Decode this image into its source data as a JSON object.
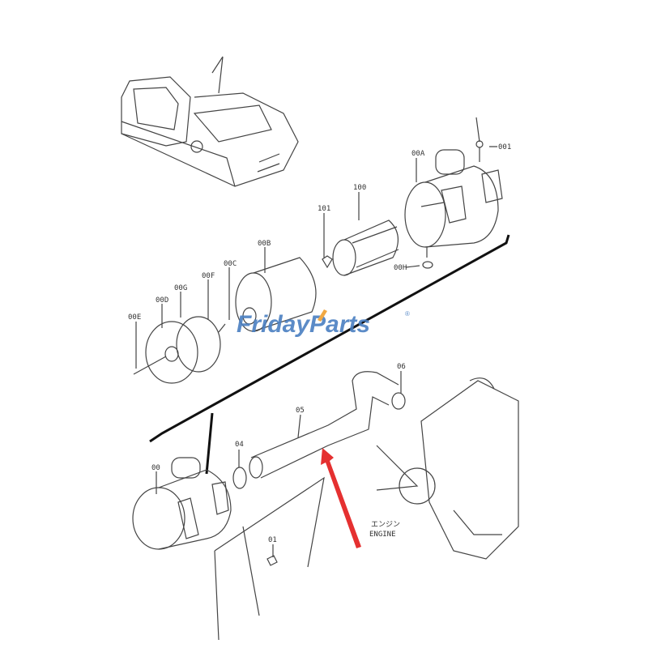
{
  "part_labels": {
    "l001": "001",
    "l00A": "00A",
    "l100": "100",
    "l101": "101",
    "l00B": "00B",
    "l00C": "00C",
    "l00F": "00F",
    "l00G": "00G",
    "l00D": "00D",
    "l00E": "00E",
    "l00H": "00H",
    "l00": "00",
    "l04": "04",
    "l05": "05",
    "l06": "06",
    "l01": "01"
  },
  "engine_label_jp": "エンジン",
  "engine_label": "ENGINE",
  "watermark": {
    "part1": "Friday",
    "part2": "Parts",
    "mark": "®",
    "color_main": "#4a7fc1",
    "color_accent": "#f0a030"
  },
  "colors": {
    "arrow": "#e53030",
    "line": "#444444"
  }
}
